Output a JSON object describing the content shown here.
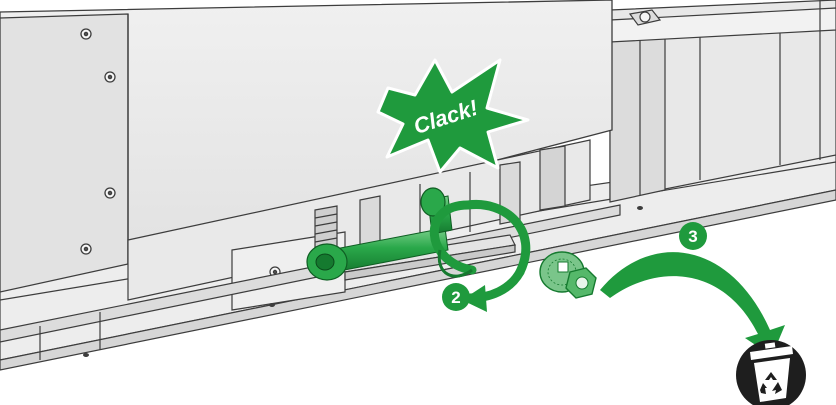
{
  "callout": {
    "text": "Clack!"
  },
  "steps": [
    {
      "number": "2"
    },
    {
      "number": "3"
    }
  ],
  "colors": {
    "accent_green": "#1f9a3d",
    "dark_green": "#15722c",
    "light_green": "#55b86a",
    "panel_gray": "#e6e6e6",
    "line_dark": "#3d3d3d",
    "trash_black": "#1e1e1e"
  },
  "icons": {
    "rotate": "rotate-arrow-icon",
    "remove": "curved-arrow-icon",
    "trash": "recycle-bin-icon",
    "nut": "nut-washer-icon"
  }
}
